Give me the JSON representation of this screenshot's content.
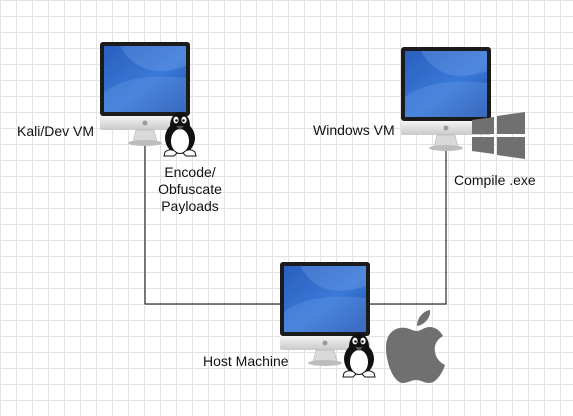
{
  "nodes": {
    "kali": {
      "label": "Kali/Dev VM",
      "step": "Encode/\nObfuscate\nPayloads",
      "os_icon": "linux-penguin-icon"
    },
    "windows": {
      "label": "Windows VM",
      "step": "Compile .exe",
      "os_icon": "windows-logo-icon"
    },
    "host": {
      "label": "Host Machine",
      "os_icons": [
        "linux-penguin-icon",
        "apple-logo-icon"
      ]
    }
  },
  "colors": {
    "screen": "#2f68c8",
    "screen_light": "#5b8fe0",
    "bezel": "#1b1b1b",
    "stand": "#cfcfcf",
    "line": "#000000",
    "grid": "#e3e3e3"
  }
}
